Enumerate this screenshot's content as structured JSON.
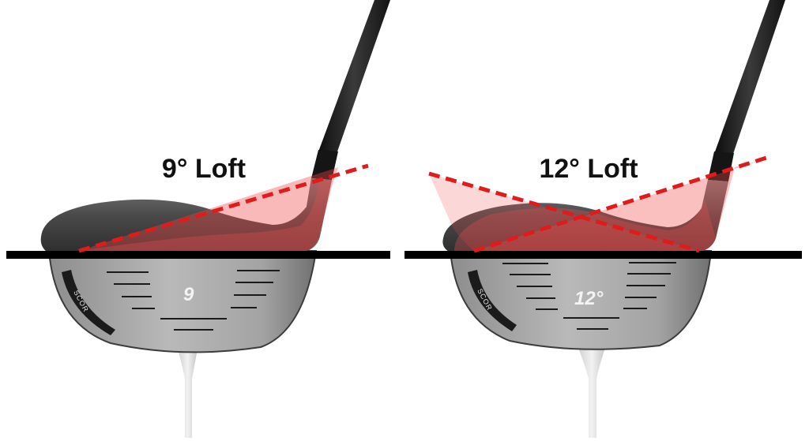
{
  "panels": [
    {
      "id": "left",
      "title": "9° Loft",
      "face_label": "9",
      "loft_degrees": 9,
      "brand_mark": "SCOR"
    },
    {
      "id": "right",
      "title": "12° Loft",
      "face_label": "12°",
      "loft_degrees": 12,
      "brand_mark": "SCOR"
    }
  ],
  "colors": {
    "ground_line": "#000000",
    "loft_dash": "#e01b1b",
    "loft_fill": "#f26a6a",
    "shaft": "#1e1e1e",
    "head_crown": "#5a5a5a",
    "face": "#a8a8a8",
    "tee": "#dedede",
    "background": "#ffffff"
  }
}
